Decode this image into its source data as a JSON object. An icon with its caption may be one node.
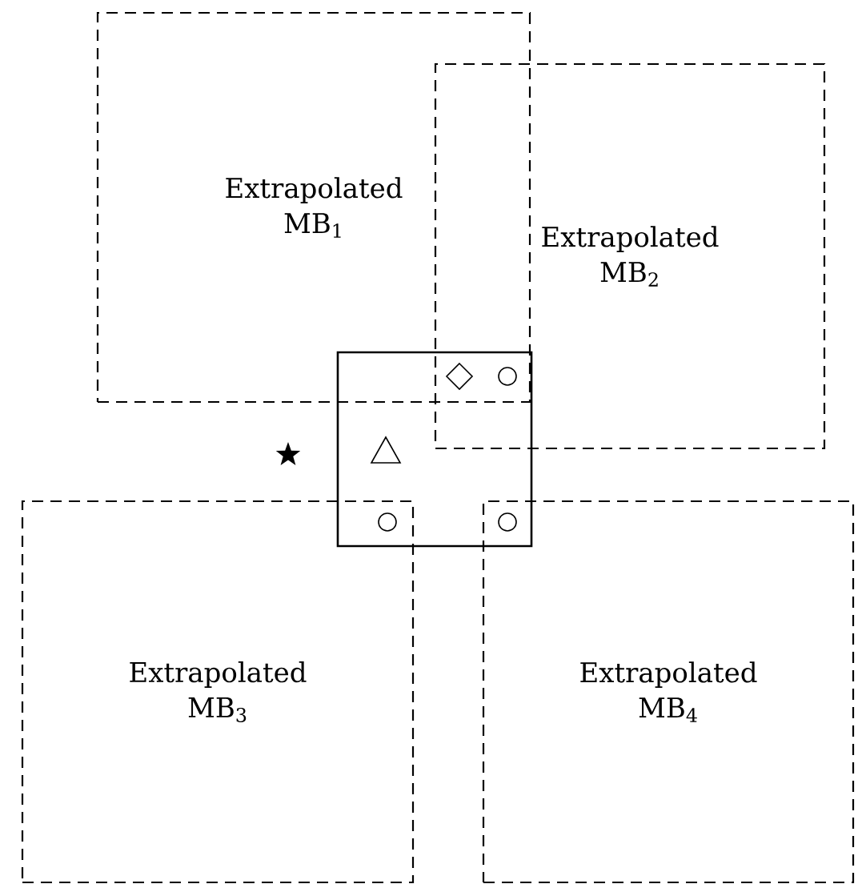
{
  "diagram": {
    "nodes": [
      {
        "text": [
          "Extrapolated MB$_{1}$"
        ]
      },
      {
        "text": [
          "Extrapolated MB$_{2}$"
        ]
      },
      {
        "text": [
          "Extrapolated MB$_{3}$"
        ]
      },
      {
        "text": [
          "Extrapolated MB$_{4}$"
        ]
      },
      {
        "text": [],
        "shape": "box"
      }
    ]
  }
}
